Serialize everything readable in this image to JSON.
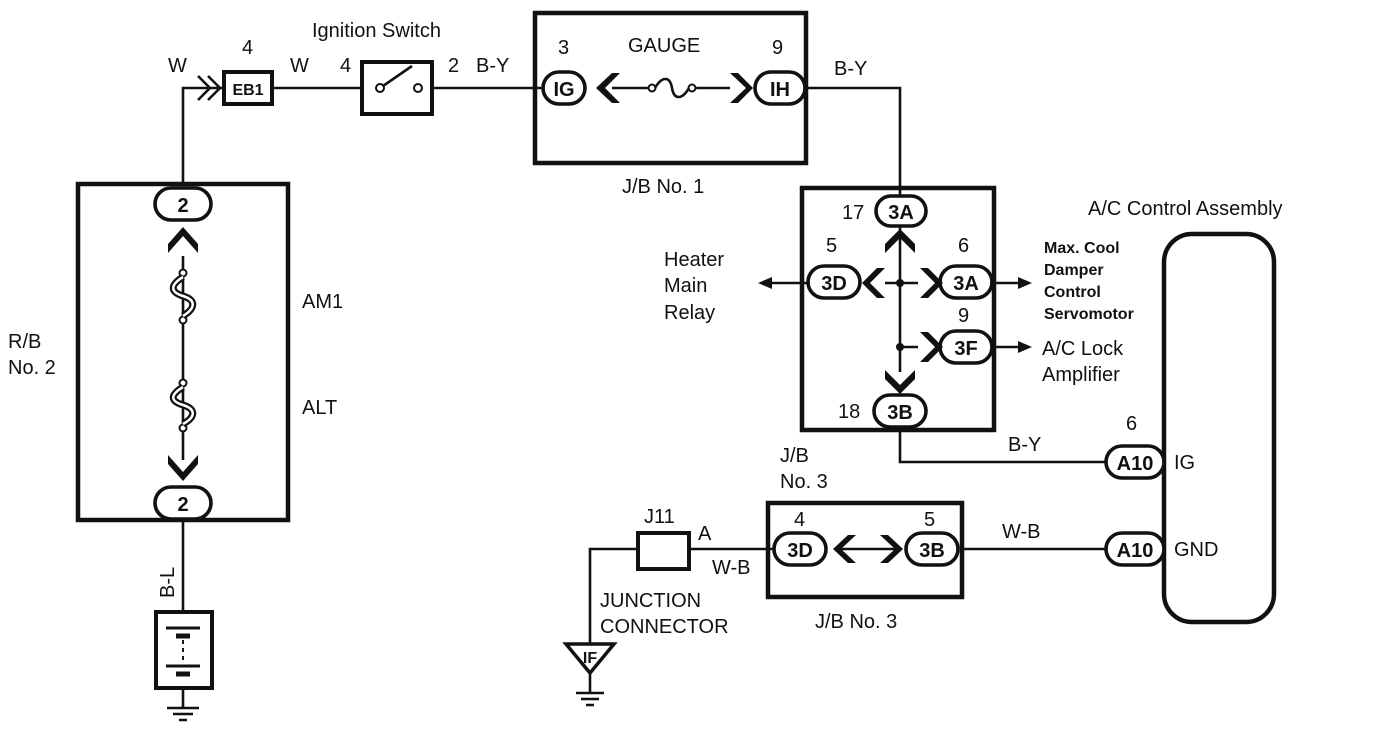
{
  "labels": {
    "ignition_switch": "Ignition Switch",
    "gauge": "GAUGE",
    "jb_no1": "J/B No. 1",
    "ac_control_assembly": "A/C Control Assembly",
    "heater_line1": "Heater",
    "heater_line2": "Main",
    "heater_line3": "Relay",
    "maxcool_line1": "Max. Cool",
    "maxcool_line2": "Damper",
    "maxcool_line3": "Control",
    "maxcool_line4": "Servomotor",
    "aclock_line1": "A/C Lock",
    "aclock_line2": "Amplifier",
    "rb_line1": "R/B",
    "rb_line2": "No. 2",
    "am1": "AM1",
    "alt": "ALT",
    "jb3_top_line1": "J/B",
    "jb3_top_line2": "No. 3",
    "jb_no3": "J/B No. 3",
    "j11": "J11",
    "junction_line1": "JUNCTION",
    "junction_line2": "CONNECTOR",
    "ig": "IG",
    "gnd": "GND"
  },
  "wires": {
    "w_left": "W",
    "w_mid": "W",
    "by_ig": "B-Y",
    "by_ih": "B-Y",
    "by_a10": "B-Y",
    "wb_a10": "W-B",
    "wb_j11": "W-B",
    "bl": "B-L",
    "a": "A"
  },
  "connectors": {
    "eb1": "EB1",
    "ig_pin": "IG",
    "ih_pin": "IH",
    "p3a_top": "3A",
    "p3d": "3D",
    "p3a_right": "3A",
    "p3f": "3F",
    "p3b": "3B",
    "rb_top": "2",
    "rb_bottom": "2",
    "a10_ig": "A10",
    "a10_gnd": "A10",
    "jb3_3d": "3D",
    "jb3_3b": "3B",
    "ground_if": "IF"
  },
  "pins": {
    "eb1_pin": "4",
    "ign_in": "4",
    "ign_out": "2",
    "gauge_in": "3",
    "gauge_out": "9",
    "p17": "17",
    "p5": "5",
    "p6": "6",
    "p9": "9",
    "p18": "18",
    "a10_pin": "6",
    "jb3_left": "4",
    "jb3_right": "5"
  }
}
